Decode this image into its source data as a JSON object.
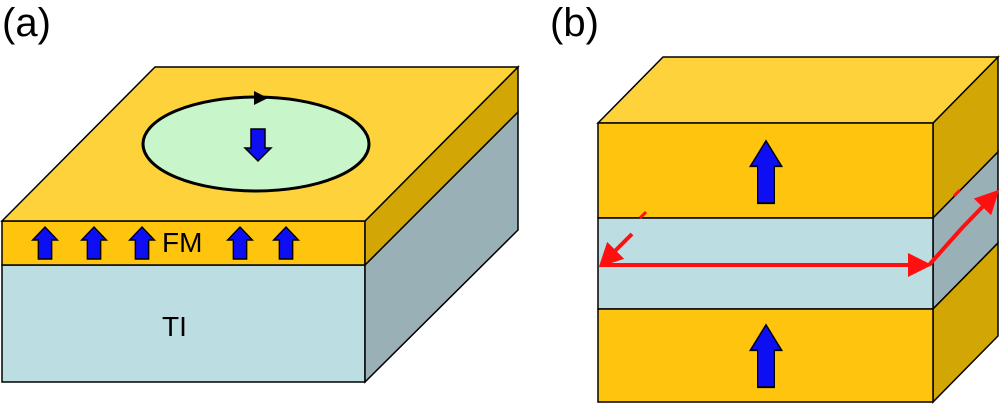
{
  "panels": [
    {
      "label": "(a)"
    },
    {
      "label": "(b)"
    }
  ],
  "layers": {
    "fm_label": "FM",
    "ti_label": "TI"
  },
  "colors": {
    "fm_top": "#fdd23a",
    "fm_front": "#fec40e",
    "fm_side": "#d2a705",
    "ti_front": "#bcdde1",
    "ti_side": "#98b0b6",
    "domain_fill": "#c8f5c9",
    "arrow_fill": "#0e0ef2",
    "edge_current": "#ff0f0f",
    "outline": "#000000"
  },
  "icons": {
    "magnetization_up": "blue-up-arrow",
    "magnetization_down": "blue-down-arrow",
    "chirality": "black-arrowhead",
    "edge_mode": "red-arrow"
  }
}
